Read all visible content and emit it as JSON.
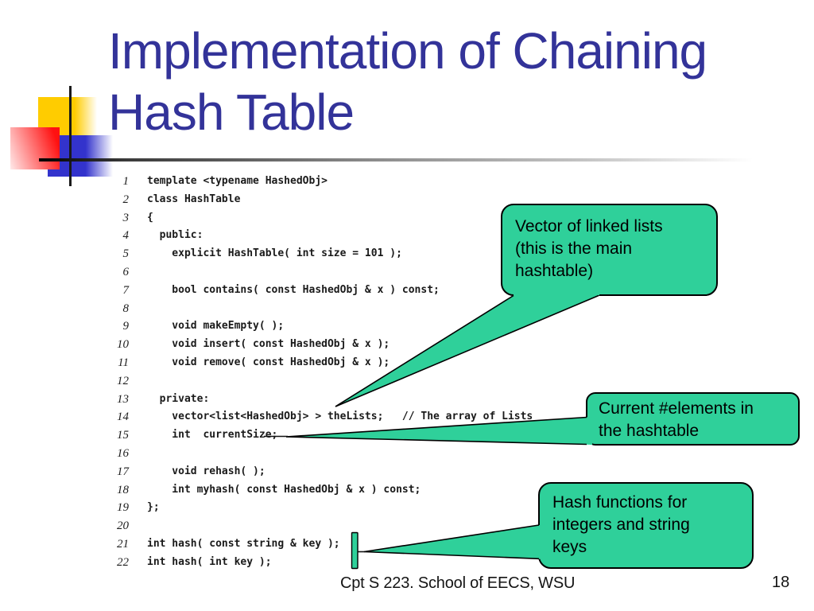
{
  "slide": {
    "title_line1": "Implementation of Chaining",
    "title_line2": "Hash Table",
    "footer": "Cpt S 223. School of EECS, WSU",
    "page_number": "18"
  },
  "colors": {
    "title": "#333399",
    "callout_fill": "#2fd09a",
    "callout_border": "#000000",
    "accent_yellow": "#ffcc00",
    "accent_blue": "#3333cc",
    "accent_red": "#ff1111",
    "code_text": "#1a1a1a"
  },
  "code": {
    "lines": [
      {
        "num": "1",
        "text": "template <typename HashedObj>"
      },
      {
        "num": "2",
        "text": "class HashTable"
      },
      {
        "num": "3",
        "text": "{"
      },
      {
        "num": "4",
        "text": "  public:"
      },
      {
        "num": "5",
        "text": "    explicit HashTable( int size = 101 );"
      },
      {
        "num": "6",
        "text": ""
      },
      {
        "num": "7",
        "text": "    bool contains( const HashedObj & x ) const;"
      },
      {
        "num": "8",
        "text": ""
      },
      {
        "num": "9",
        "text": "    void makeEmpty( );"
      },
      {
        "num": "10",
        "text": "    void insert( const HashedObj & x );"
      },
      {
        "num": "11",
        "text": "    void remove( const HashedObj & x );"
      },
      {
        "num": "12",
        "text": ""
      },
      {
        "num": "13",
        "text": "  private:"
      },
      {
        "num": "14",
        "text": "    vector<list<HashedObj> > theLists;   // The array of Lists"
      },
      {
        "num": "15",
        "text": "    int  currentSize;"
      },
      {
        "num": "16",
        "text": ""
      },
      {
        "num": "17",
        "text": "    void rehash( );"
      },
      {
        "num": "18",
        "text": "    int myhash( const HashedObj & x ) const;"
      },
      {
        "num": "19",
        "text": "};"
      },
      {
        "num": "20",
        "text": ""
      },
      {
        "num": "21",
        "text": "int hash( const string & key );"
      },
      {
        "num": "22",
        "text": "int hash( int key );"
      }
    ]
  },
  "callouts": [
    {
      "id": "vector-of-linked-lists",
      "lines": [
        "Vector of linked lists",
        "(this is the main",
        "hashtable)"
      ]
    },
    {
      "id": "current-elements",
      "lines": [
        "Current #elements in",
        "the hashtable"
      ]
    },
    {
      "id": "hash-functions",
      "lines": [
        "Hash functions for",
        "integers and string",
        "keys"
      ]
    }
  ]
}
